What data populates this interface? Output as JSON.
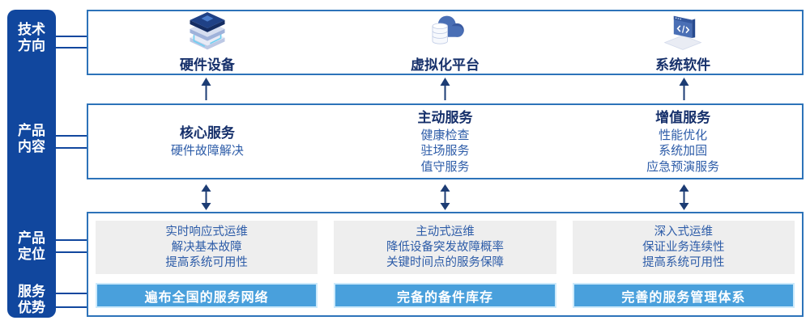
{
  "colors": {
    "rail_bg": "#11479e",
    "box_border": "#2d73b9",
    "title_text": "#16306b",
    "body_text": "#2d5ca8",
    "panel_gray": "#eeeeee",
    "banner_bg": "#49a0dc",
    "banner_border": "#cdeafb",
    "banner_text": "#ffffff",
    "arrow": "#1c3c74"
  },
  "rail": {
    "items": [
      {
        "line1": "技术",
        "line2": "方向"
      },
      {
        "line1": "产品",
        "line2": "内容"
      },
      {
        "line1": "产品",
        "line2": "定位"
      },
      {
        "line1": "服务",
        "line2": "优势"
      }
    ]
  },
  "tech_row": {
    "items": [
      {
        "icon": "server-stack-icon",
        "label": "硬件设备"
      },
      {
        "icon": "cloud-database-icon",
        "label": "虚拟化平台"
      },
      {
        "icon": "software-window-icon",
        "label": "系统软件"
      }
    ]
  },
  "content_row": {
    "items": [
      {
        "title": "核心服务",
        "lines": [
          "硬件故障解决"
        ]
      },
      {
        "title": "主动服务",
        "lines": [
          "健康检查",
          "驻场服务",
          "值守服务"
        ]
      },
      {
        "title": "增值服务",
        "lines": [
          "性能优化",
          "系统加固",
          "应急预演服务"
        ]
      }
    ]
  },
  "positioning_row": {
    "items": [
      {
        "points": [
          "实时响应式运维",
          "解决基本故障",
          "提高系统可用性"
        ],
        "banner": "遍布全国的服务网络"
      },
      {
        "points": [
          "主动式运维",
          "降低设备突发故障概率",
          "关键时间点的服务保障"
        ],
        "banner": "完备的备件库存"
      },
      {
        "points": [
          "深入式运维",
          "保证业务连续性",
          "提高系统可用性"
        ],
        "banner": "完善的服务管理体系"
      }
    ]
  }
}
